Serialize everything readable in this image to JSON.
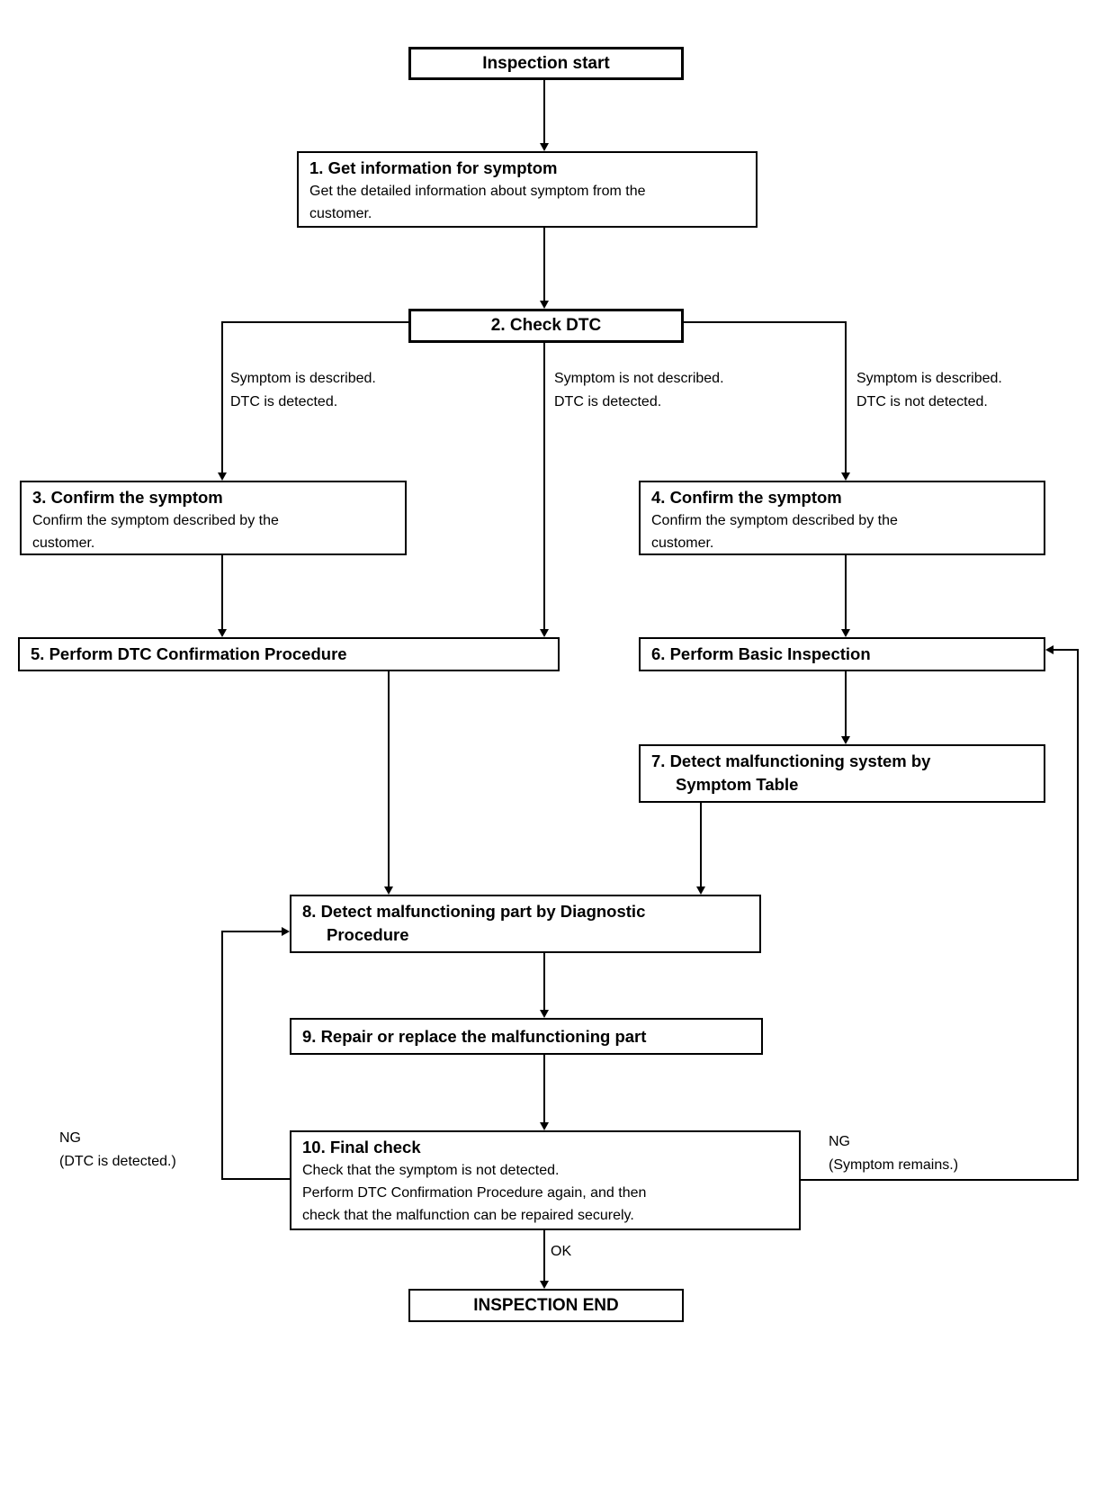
{
  "flowchart": {
    "nodes": {
      "start": {
        "label": "Inspection start"
      },
      "step1": {
        "title": "1. Get information for symptom",
        "body": [
          "Get the detailed information about symptom from the",
          "customer."
        ]
      },
      "step2": {
        "title": "2. Check DTC"
      },
      "step3": {
        "title": "3. Confirm the symptom",
        "body": [
          "Confirm the symptom described by the",
          "customer."
        ]
      },
      "step4": {
        "title": "4. Confirm the symptom",
        "body": [
          "Confirm the symptom described by the",
          "customer."
        ]
      },
      "step5": {
        "title": "5. Perform DTC Confirmation Procedure"
      },
      "step6": {
        "title": "6. Perform Basic Inspection"
      },
      "step7": {
        "title": [
          "7. Detect malfunctioning system by",
          "Symptom Table"
        ]
      },
      "step8": {
        "title": [
          "8. Detect malfunctioning part by Diagnostic",
          "Procedure"
        ]
      },
      "step9": {
        "title": "9. Repair or replace the malfunctioning part"
      },
      "step10": {
        "title": "10. Final check",
        "body": [
          "Check that the symptom is not detected.",
          "Perform DTC Confirmation Procedure again, and then",
          "check that the malfunction can be repaired securely."
        ]
      },
      "end": {
        "label": "INSPECTION END"
      }
    },
    "branch_labels": {
      "left": [
        "Symptom is described.",
        "DTC is detected."
      ],
      "middle": [
        "Symptom is not described.",
        "DTC is detected."
      ],
      "right": [
        "Symptom is described.",
        "DTC is not detected."
      ]
    },
    "result_labels": {
      "ng_left": [
        "NG",
        "(DTC is detected.)"
      ],
      "ng_right": [
        "NG",
        "(Symptom remains.)"
      ],
      "ok": "OK"
    },
    "colors": {
      "line": "#000000",
      "background": "#ffffff"
    }
  }
}
